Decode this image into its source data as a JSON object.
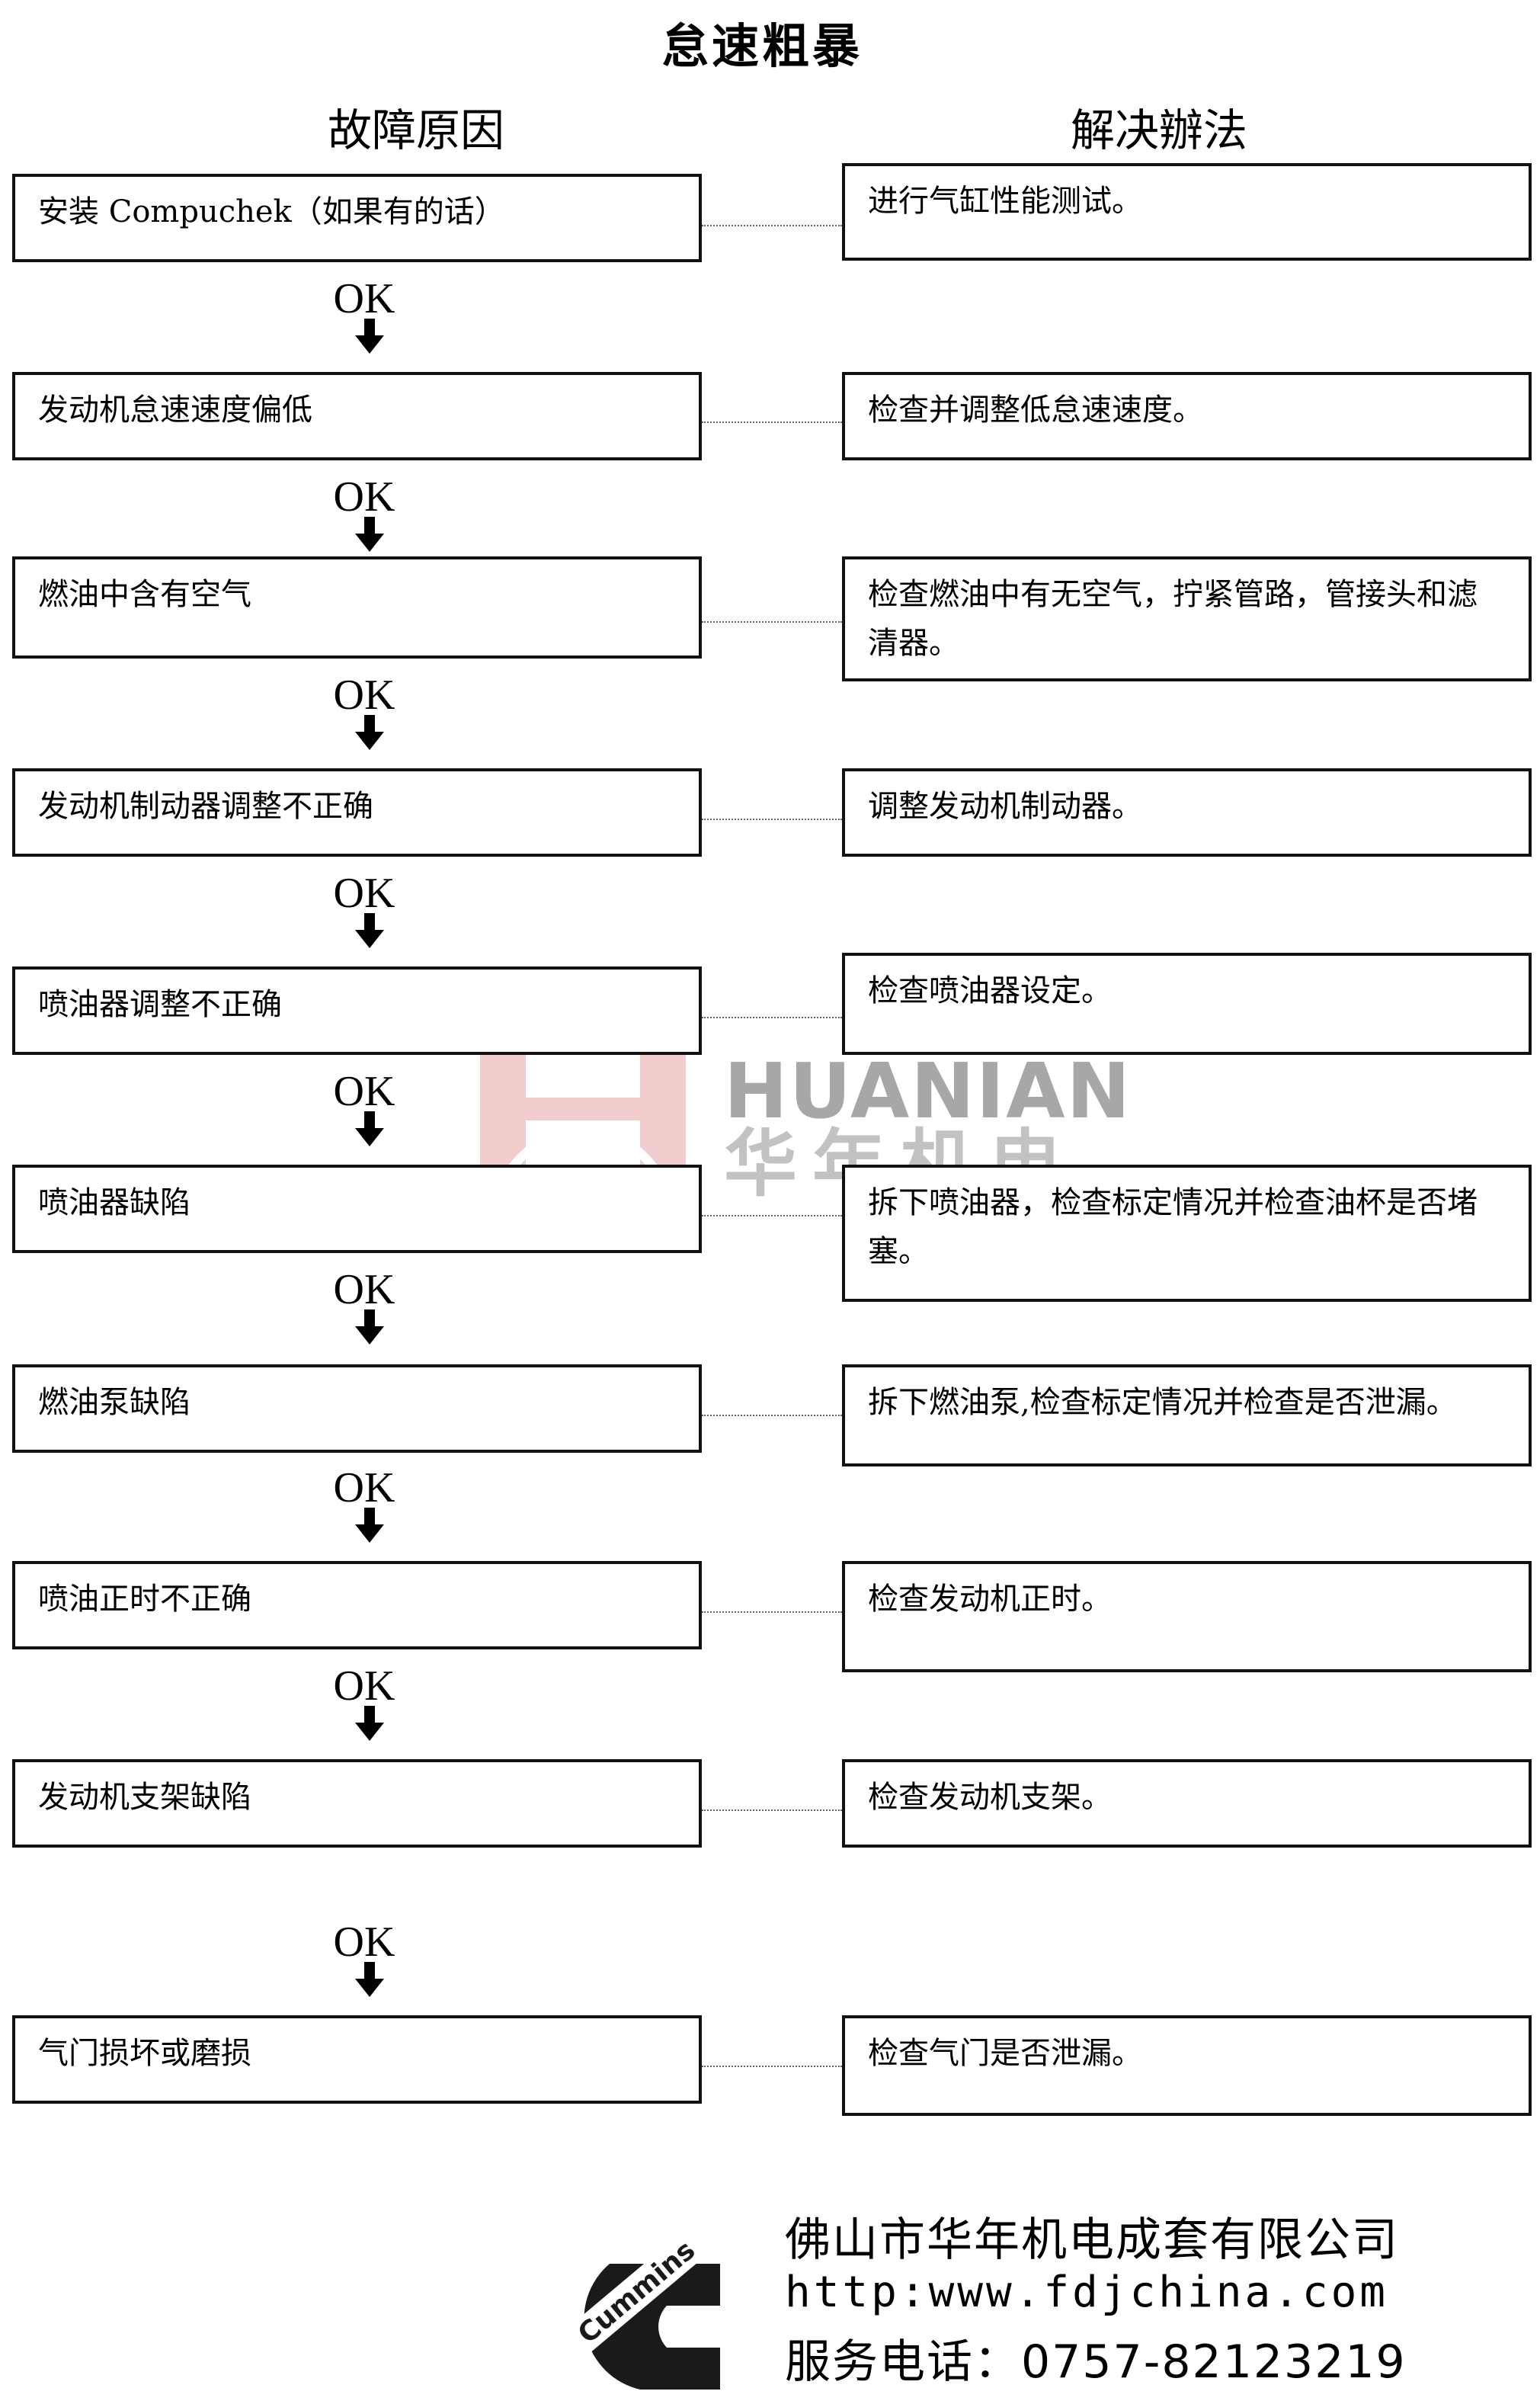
{
  "title": "怠速粗暴",
  "headers": {
    "cause": "故障原因",
    "solution": "解决辦法"
  },
  "ok_label": "OK",
  "steps": [
    {
      "cause": "安装 Compuchek（如果有的话）",
      "solution": "进行气缸性能测试。"
    },
    {
      "cause": "发动机怠速速度偏低",
      "solution": "检查并调整低怠速速度。"
    },
    {
      "cause": "燃油中含有空气",
      "solution": "检查燃油中有无空气，拧紧管路，管接头和滤清器。"
    },
    {
      "cause": "发动机制动器调整不正确",
      "solution": "调整发动机制动器。"
    },
    {
      "cause": "喷油器调整不正确",
      "solution": "检查喷油器设定。"
    },
    {
      "cause": "喷油器缺陷",
      "solution": "拆下喷油器，检查标定情况并检查油杯是否堵塞。"
    },
    {
      "cause": "燃油泵缺陷",
      "solution": "拆下燃油泵,检查标定情况并检查是否泄漏。"
    },
    {
      "cause": "喷油正时不正确",
      "solution": "检查发动机正时。"
    },
    {
      "cause": "发动机支架缺陷",
      "solution": "检查发动机支架。"
    },
    {
      "cause": "气门损坏或磨损",
      "solution": "检查气门是否泄漏。"
    }
  ],
  "watermark": {
    "brand_en": "HUANIAN",
    "brand_cn": "华年机电",
    "color": "#e38a8a"
  },
  "footer": {
    "company": "佛山市华年机电成套有限公司",
    "url": "http:www.fdjchina.com",
    "phone": "服务电话：0757-82123219",
    "logo_text": "Cummins",
    "logo_color": "#1a1a1a"
  }
}
